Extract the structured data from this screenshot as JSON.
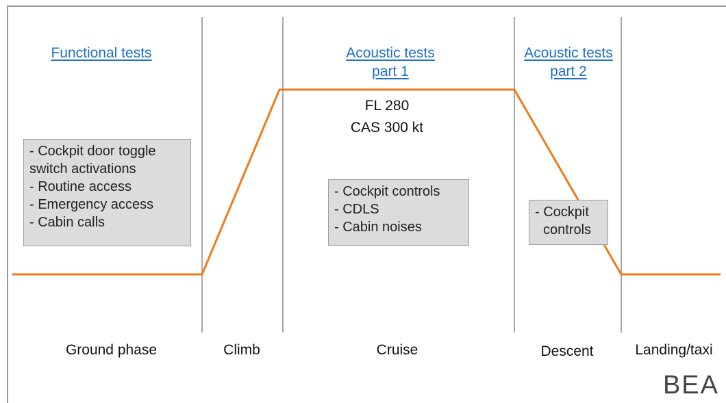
{
  "colors": {
    "profile": "#f07a1a",
    "separator": "#a8a8a8",
    "link": "#1f6fc5",
    "box_bg": "#dcdcdc"
  },
  "titles": {
    "functional": "Functional tests",
    "acoustic1": [
      "Acoustic tests",
      "part 1"
    ],
    "acoustic2": [
      "Acoustic tests",
      "part 2"
    ]
  },
  "cruise_params": [
    "FL 280",
    "CAS 300 kt"
  ],
  "boxes": {
    "ground": [
      "- Cockpit door toggle",
      "switch activations",
      "- Routine access",
      "- Emergency access",
      "- Cabin calls"
    ],
    "cruise": [
      "- Cockpit controls",
      "- CDLS",
      "- Cabin noises"
    ],
    "descent": [
      "- Cockpit",
      "controls"
    ]
  },
  "phases": [
    "Ground phase",
    "Climb",
    "Cruise",
    "Descent",
    "Landing/taxi"
  ],
  "logo": "BEA"
}
